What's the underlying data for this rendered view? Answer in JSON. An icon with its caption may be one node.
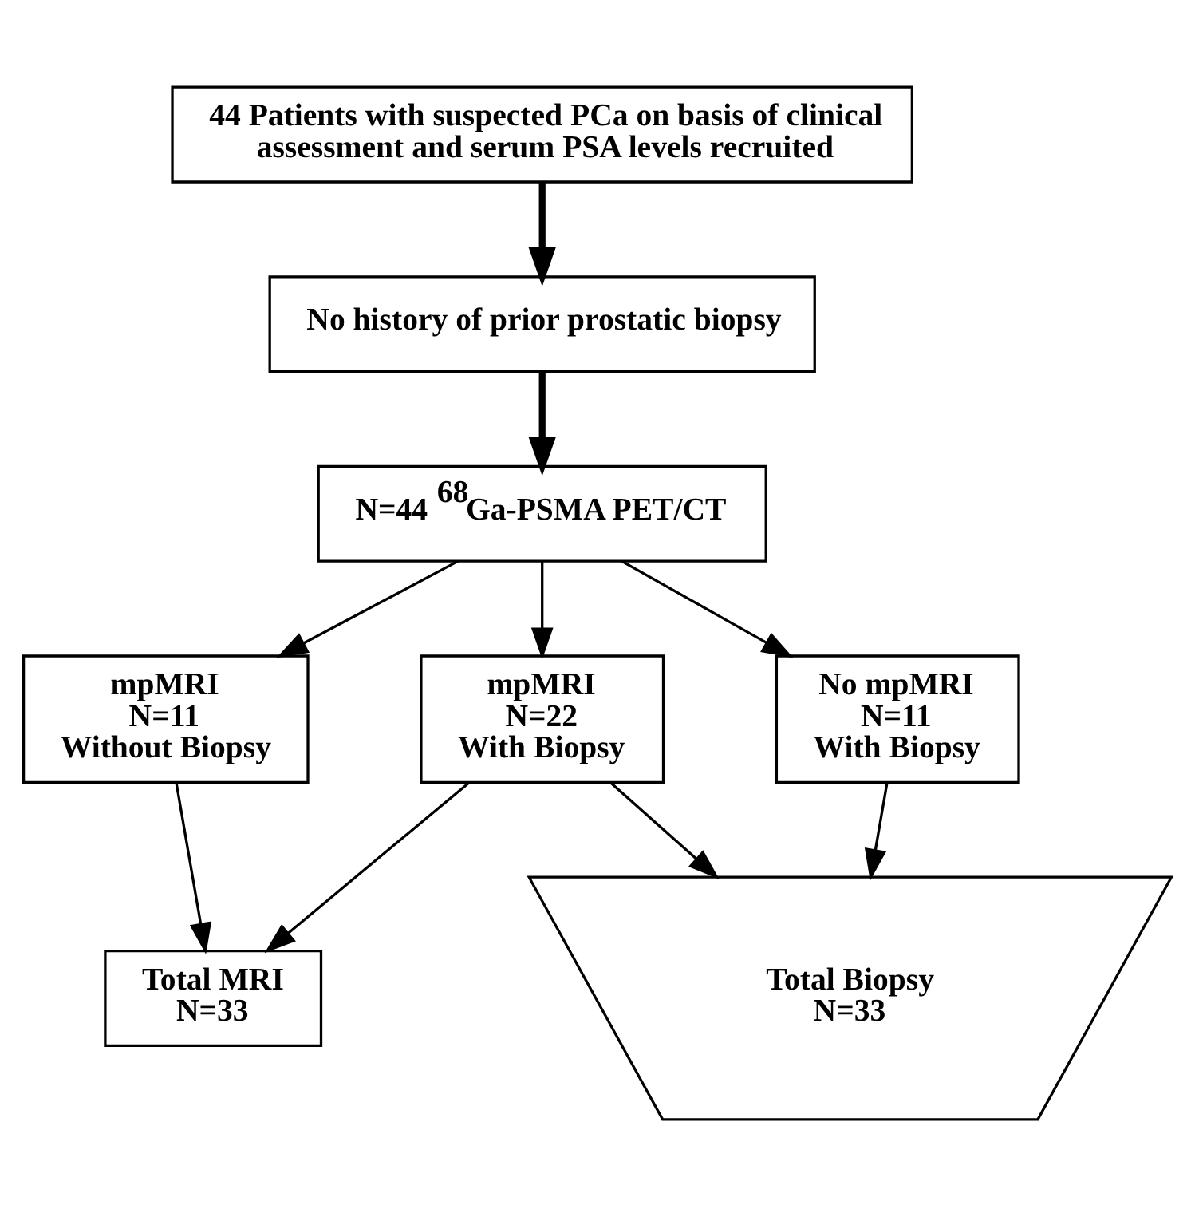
{
  "diagram": {
    "nodes": [
      {
        "text": [
          "44 Patients with suspected PCa on basis of clinical assessment and serum PSA levels recruited"
        ]
      },
      {
        "text": [
          "No history of prior prostatic biopsy"
        ]
      },
      {
        "text": [
          "N=44 $^{68}$Ga-PSMA PET/CT"
        ]
      },
      {
        "text": [
          "mpMRI",
          "N=22",
          "With Biopsy"
        ]
      },
      {
        "text": [
          "mpMRI",
          "N=11",
          "Without Biopsy"
        ]
      },
      {
        "text": [
          "No mpMRI",
          "N=11",
          "With Biopsy"
        ]
      },
      {
        "text": [
          "Total MRI",
          "N=33"
        ]
      },
      {
        "text": [
          "Total Biopsy",
          "N=33"
        ]
      }
    ],
    "edges": [
      {
        "from": 0,
        "to": 1,
        "arrow": "to",
        "style": "thick"
      },
      {
        "from": 1,
        "to": 2,
        "arrow": "to",
        "style": "thick"
      },
      {
        "from": 2,
        "to": 3,
        "arrow": "to"
      },
      {
        "from": 2,
        "to": 4,
        "arrow": "to"
      },
      {
        "from": 2,
        "to": 5,
        "arrow": "to"
      },
      {
        "from": 3,
        "to": 6,
        "arrow": "to"
      },
      {
        "from": 4,
        "to": 6,
        "arrow": "to"
      },
      {
        "from": 3,
        "to": 7,
        "arrow": "to"
      },
      {
        "from": 5,
        "to": 7,
        "arrow": "to"
      }
    ]
  }
}
